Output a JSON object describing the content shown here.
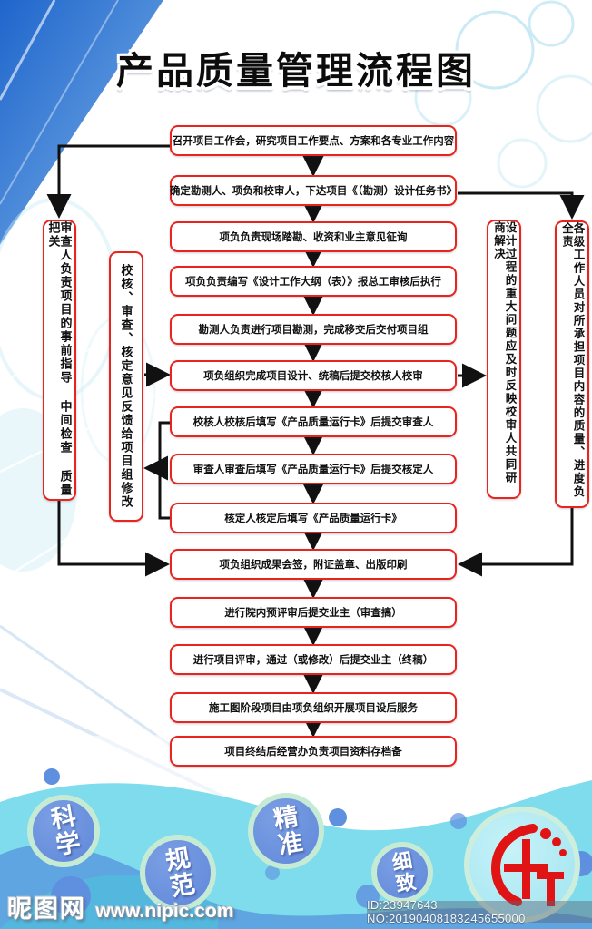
{
  "title": "产品质量管理流程图",
  "flow": {
    "steps": [
      "召开项目工作会，研究项目工作要点、方案和各专业工作内容",
      "确定勘测人、项负和校审人，下达项目《（勘测）设计任务书》",
      "项负负责现场踏勘、收资和业主意见征询",
      "项负负责编写《设计工作大纲（表）》报总工审核后执行",
      "勘测人负责进行项目勘测，完成移交后交付项目组",
      "项负组织完成项目设计、统稿后提交校核人校审",
      "校核人校核后填写《产品质量运行卡》后提交审查人",
      "审查人审查后填写《产品质量运行卡》后提交核定人",
      "核定人核定后填写《产品质量运行卡》",
      "项负组织成果会签，附证盖章、出版印刷",
      "进行院内预评审后提交业主（审查搞）",
      "进行项目评审，通过（或修改）后提交业主（终稿）",
      "施工图阶段项目由项负组织开展项目设后服务",
      "项目终结后经营办负责项目资料存档备"
    ],
    "side_notes": {
      "left_outer": "审查人负责项目的事前指导 中间检查 质量把关",
      "left_inner": "校核、审查、核定意见反馈给项目组修改",
      "right_inner": "设计过程的重大问题应及时反映校审人共同研商解决",
      "right_outer": "各级工作人员对所承担项目内容的质量、进度负全责"
    }
  },
  "badges": [
    "科学",
    "规范",
    "精准",
    "细致"
  ],
  "logo": {
    "monogram": "HT"
  },
  "watermark": {
    "site_name": "昵图网",
    "site_url": "www.nipic.com",
    "id_text": "ID:23947643 NO:20190408183245655000"
  },
  "colors": {
    "box_border_red": "#e8241c",
    "arrow_black": "#111111",
    "badge_blue": "#6b92de",
    "badge_ring_green": "#c6ebd4",
    "logo_red": "#e01414",
    "bottom_cyan": "#7edcec",
    "sky_blue": "#4e8ad5"
  }
}
